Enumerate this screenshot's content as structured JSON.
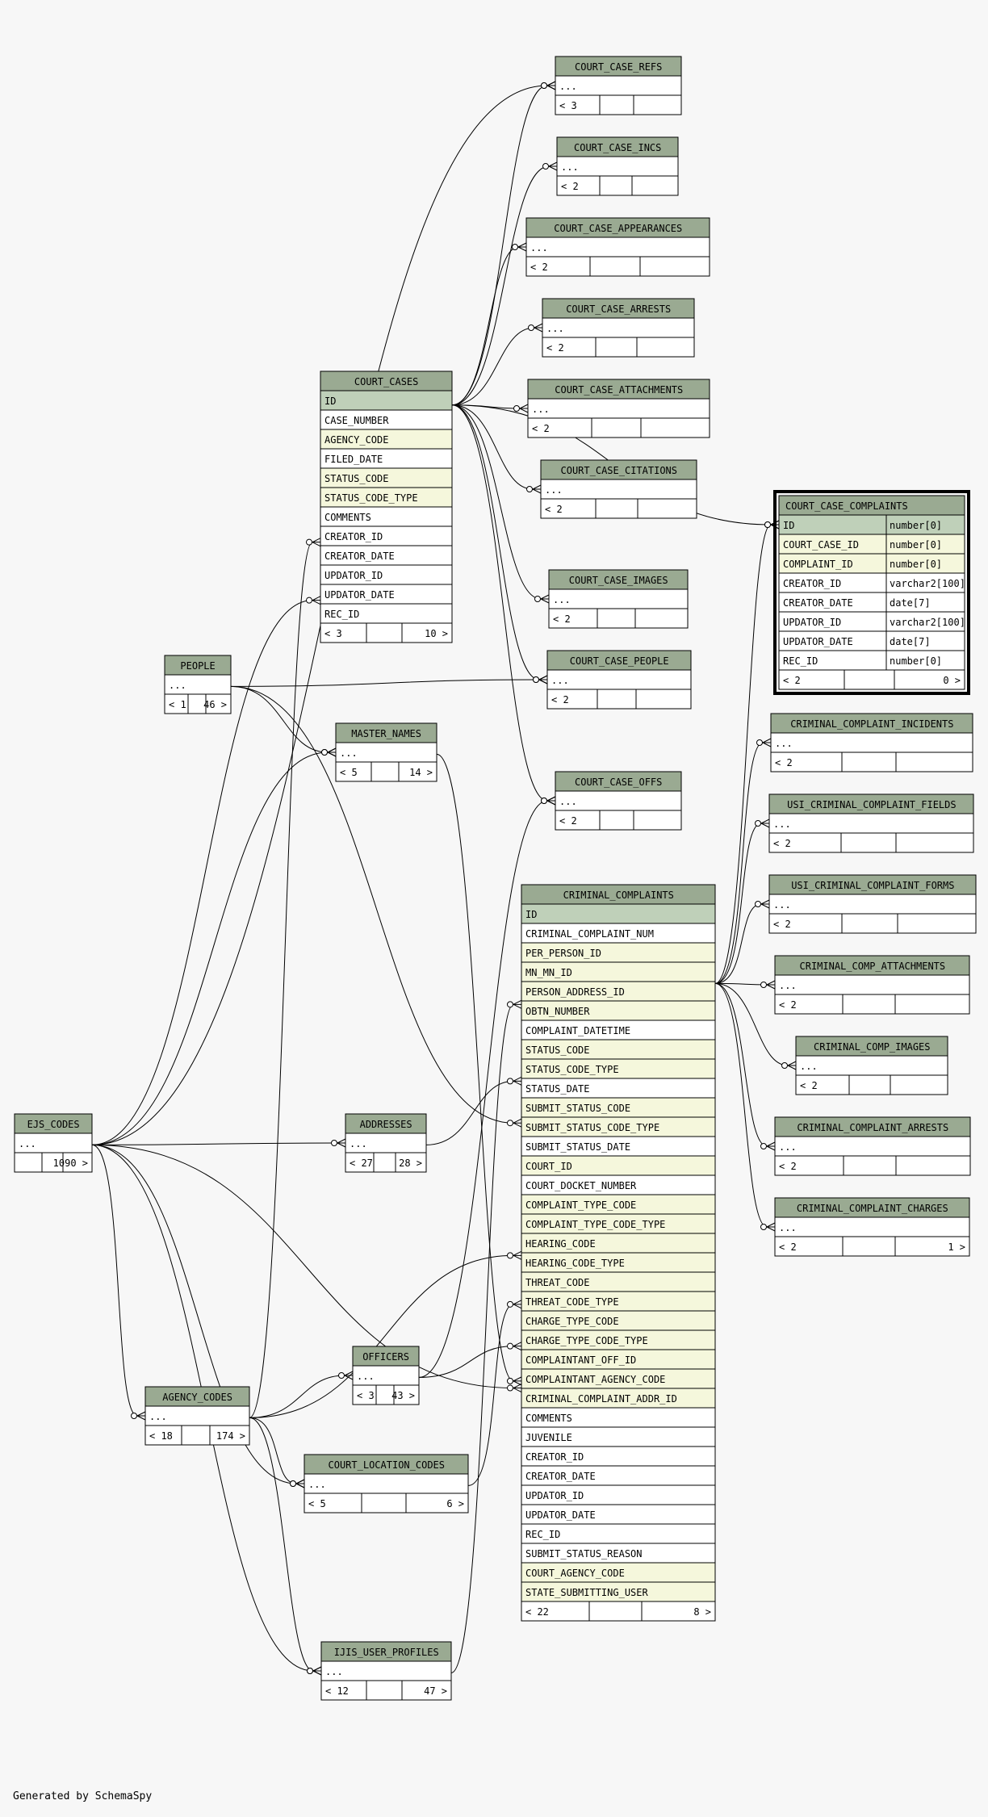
{
  "footer": "Generated by SchemaSpy",
  "colors": {
    "background": "#f7f7f7",
    "header": "#9aaa92",
    "primary_key": "#bfd0b9",
    "foreign_key": "#f5f7dc",
    "plain": "#ffffff",
    "line": "#000000"
  },
  "tables": [
    {
      "id": "COURT_CASE_REFS",
      "name": "COURT_CASE_REFS",
      "rows": [
        {
          "text": "...",
          "kind": "plain"
        }
      ],
      "counts": {
        "parents": "< 3",
        "children": ""
      }
    },
    {
      "id": "COURT_CASE_INCS",
      "name": "COURT_CASE_INCS",
      "rows": [
        {
          "text": "...",
          "kind": "plain"
        }
      ],
      "counts": {
        "parents": "< 2",
        "children": ""
      }
    },
    {
      "id": "COURT_CASE_APPEARANCES",
      "name": "COURT_CASE_APPEARANCES",
      "rows": [
        {
          "text": "...",
          "kind": "plain"
        }
      ],
      "counts": {
        "parents": "< 2",
        "children": ""
      }
    },
    {
      "id": "COURT_CASE_ARRESTS",
      "name": "COURT_CASE_ARRESTS",
      "rows": [
        {
          "text": "...",
          "kind": "plain"
        }
      ],
      "counts": {
        "parents": "< 2",
        "children": ""
      }
    },
    {
      "id": "COURT_CASE_ATTACHMENTS",
      "name": "COURT_CASE_ATTACHMENTS",
      "rows": [
        {
          "text": "...",
          "kind": "plain"
        }
      ],
      "counts": {
        "parents": "< 2",
        "children": ""
      }
    },
    {
      "id": "COURT_CASE_CITATIONS",
      "name": "COURT_CASE_CITATIONS",
      "rows": [
        {
          "text": "...",
          "kind": "plain"
        }
      ],
      "counts": {
        "parents": "< 2",
        "children": ""
      }
    },
    {
      "id": "COURT_CASE_IMAGES",
      "name": "COURT_CASE_IMAGES",
      "rows": [
        {
          "text": "...",
          "kind": "plain"
        }
      ],
      "counts": {
        "parents": "< 2",
        "children": ""
      }
    },
    {
      "id": "COURT_CASE_PEOPLE",
      "name": "COURT_CASE_PEOPLE",
      "rows": [
        {
          "text": "...",
          "kind": "plain"
        }
      ],
      "counts": {
        "parents": "< 2",
        "children": ""
      }
    },
    {
      "id": "COURT_CASE_OFFS",
      "name": "COURT_CASE_OFFS",
      "rows": [
        {
          "text": "...",
          "kind": "plain"
        }
      ],
      "counts": {
        "parents": "< 2",
        "children": ""
      }
    },
    {
      "id": "COURT_CASES",
      "name": "COURT_CASES",
      "rows": [
        {
          "text": "ID",
          "kind": "pk"
        },
        {
          "text": "CASE_NUMBER",
          "kind": "plain"
        },
        {
          "text": "AGENCY_CODE",
          "kind": "fk"
        },
        {
          "text": "FILED_DATE",
          "kind": "plain"
        },
        {
          "text": "STATUS_CODE",
          "kind": "fk"
        },
        {
          "text": "STATUS_CODE_TYPE",
          "kind": "fk"
        },
        {
          "text": "COMMENTS",
          "kind": "plain"
        },
        {
          "text": "CREATOR_ID",
          "kind": "plain"
        },
        {
          "text": "CREATOR_DATE",
          "kind": "plain"
        },
        {
          "text": "UPDATOR_ID",
          "kind": "plain"
        },
        {
          "text": "UPDATOR_DATE",
          "kind": "plain"
        },
        {
          "text": "REC_ID",
          "kind": "plain"
        }
      ],
      "counts": {
        "parents": "< 3",
        "children": "10 >"
      }
    },
    {
      "id": "COURT_CASE_COMPLAINTS",
      "name": "COURT_CASE_COMPLAINTS",
      "focused": true,
      "rows": [
        {
          "text": "ID",
          "type": "number[0]",
          "kind": "pk"
        },
        {
          "text": "COURT_CASE_ID",
          "type": "number[0]",
          "kind": "fk"
        },
        {
          "text": "COMPLAINT_ID",
          "type": "number[0]",
          "kind": "fk"
        },
        {
          "text": "CREATOR_ID",
          "type": "varchar2[100]",
          "kind": "plain"
        },
        {
          "text": "CREATOR_DATE",
          "type": "date[7]",
          "kind": "plain"
        },
        {
          "text": "UPDATOR_ID",
          "type": "varchar2[100]",
          "kind": "plain"
        },
        {
          "text": "UPDATOR_DATE",
          "type": "date[7]",
          "kind": "plain"
        },
        {
          "text": "REC_ID",
          "type": "number[0]",
          "kind": "plain"
        }
      ],
      "counts": {
        "parents": "< 2",
        "children": "0 >"
      }
    },
    {
      "id": "PEOPLE",
      "name": "PEOPLE",
      "rows": [
        {
          "text": "...",
          "kind": "plain"
        }
      ],
      "counts": {
        "parents": "< 1",
        "children": "46 >"
      }
    },
    {
      "id": "MASTER_NAMES",
      "name": "MASTER_NAMES",
      "rows": [
        {
          "text": "...",
          "kind": "plain"
        }
      ],
      "counts": {
        "parents": "< 5",
        "children": "14 >"
      }
    },
    {
      "id": "CRIMINAL_COMPLAINT_INCIDENTS",
      "name": "CRIMINAL_COMPLAINT_INCIDENTS",
      "rows": [
        {
          "text": "...",
          "kind": "plain"
        }
      ],
      "counts": {
        "parents": "< 2",
        "children": ""
      }
    },
    {
      "id": "USI_CRIMINAL_COMPLAINT_FIELDS",
      "name": "USI_CRIMINAL_COMPLAINT_FIELDS",
      "rows": [
        {
          "text": "...",
          "kind": "plain"
        }
      ],
      "counts": {
        "parents": "< 2",
        "children": ""
      }
    },
    {
      "id": "USI_CRIMINAL_COMPLAINT_FORMS",
      "name": "USI_CRIMINAL_COMPLAINT_FORMS",
      "rows": [
        {
          "text": "...",
          "kind": "plain"
        }
      ],
      "counts": {
        "parents": "< 2",
        "children": ""
      }
    },
    {
      "id": "CRIMINAL_COMP_ATTACHMENTS",
      "name": "CRIMINAL_COMP_ATTACHMENTS",
      "rows": [
        {
          "text": "...",
          "kind": "plain"
        }
      ],
      "counts": {
        "parents": "< 2",
        "children": ""
      }
    },
    {
      "id": "CRIMINAL_COMP_IMAGES",
      "name": "CRIMINAL_COMP_IMAGES",
      "rows": [
        {
          "text": "...",
          "kind": "plain"
        }
      ],
      "counts": {
        "parents": "< 2",
        "children": ""
      }
    },
    {
      "id": "CRIMINAL_COMPLAINT_ARRESTS",
      "name": "CRIMINAL_COMPLAINT_ARRESTS",
      "rows": [
        {
          "text": "...",
          "kind": "plain"
        }
      ],
      "counts": {
        "parents": "< 2",
        "children": ""
      }
    },
    {
      "id": "CRIMINAL_COMPLAINT_CHARGES",
      "name": "CRIMINAL_COMPLAINT_CHARGES",
      "rows": [
        {
          "text": "...",
          "kind": "plain"
        }
      ],
      "counts": {
        "parents": "< 2",
        "children": "1 >"
      }
    },
    {
      "id": "CRIMINAL_COMPLAINTS",
      "name": "CRIMINAL_COMPLAINTS",
      "rows": [
        {
          "text": "ID",
          "kind": "pk"
        },
        {
          "text": "CRIMINAL_COMPLAINT_NUM",
          "kind": "plain"
        },
        {
          "text": "PER_PERSON_ID",
          "kind": "fk"
        },
        {
          "text": "MN_MN_ID",
          "kind": "fk"
        },
        {
          "text": "PERSON_ADDRESS_ID",
          "kind": "fk"
        },
        {
          "text": "OBTN_NUMBER",
          "kind": "fk"
        },
        {
          "text": "COMPLAINT_DATETIME",
          "kind": "plain"
        },
        {
          "text": "STATUS_CODE",
          "kind": "fk"
        },
        {
          "text": "STATUS_CODE_TYPE",
          "kind": "fk"
        },
        {
          "text": "STATUS_DATE",
          "kind": "plain"
        },
        {
          "text": "SUBMIT_STATUS_CODE",
          "kind": "fk"
        },
        {
          "text": "SUBMIT_STATUS_CODE_TYPE",
          "kind": "fk"
        },
        {
          "text": "SUBMIT_STATUS_DATE",
          "kind": "plain"
        },
        {
          "text": "COURT_ID",
          "kind": "fk"
        },
        {
          "text": "COURT_DOCKET_NUMBER",
          "kind": "plain"
        },
        {
          "text": "COMPLAINT_TYPE_CODE",
          "kind": "fk"
        },
        {
          "text": "COMPLAINT_TYPE_CODE_TYPE",
          "kind": "fk"
        },
        {
          "text": "HEARING_CODE",
          "kind": "fk"
        },
        {
          "text": "HEARING_CODE_TYPE",
          "kind": "fk"
        },
        {
          "text": "THREAT_CODE",
          "kind": "fk"
        },
        {
          "text": "THREAT_CODE_TYPE",
          "kind": "fk"
        },
        {
          "text": "CHARGE_TYPE_CODE",
          "kind": "fk"
        },
        {
          "text": "CHARGE_TYPE_CODE_TYPE",
          "kind": "fk"
        },
        {
          "text": "COMPLAINTANT_OFF_ID",
          "kind": "fk"
        },
        {
          "text": "COMPLAINTANT_AGENCY_CODE",
          "kind": "fk"
        },
        {
          "text": "CRIMINAL_COMPLAINT_ADDR_ID",
          "kind": "fk"
        },
        {
          "text": "COMMENTS",
          "kind": "plain"
        },
        {
          "text": "JUVENILE",
          "kind": "plain"
        },
        {
          "text": "CREATOR_ID",
          "kind": "plain"
        },
        {
          "text": "CREATOR_DATE",
          "kind": "plain"
        },
        {
          "text": "UPDATOR_ID",
          "kind": "plain"
        },
        {
          "text": "UPDATOR_DATE",
          "kind": "plain"
        },
        {
          "text": "REC_ID",
          "kind": "plain"
        },
        {
          "text": "SUBMIT_STATUS_REASON",
          "kind": "plain"
        },
        {
          "text": "COURT_AGENCY_CODE",
          "kind": "fk"
        },
        {
          "text": "STATE_SUBMITTING_USER",
          "kind": "fk"
        }
      ],
      "counts": {
        "parents": "< 22",
        "children": "8 >"
      }
    },
    {
      "id": "EJS_CODES",
      "name": "EJS_CODES",
      "rows": [
        {
          "text": "...",
          "kind": "plain"
        }
      ],
      "counts": {
        "parents": "",
        "children": "1090 >"
      }
    },
    {
      "id": "ADDRESSES",
      "name": "ADDRESSES",
      "rows": [
        {
          "text": "...",
          "kind": "plain"
        }
      ],
      "counts": {
        "parents": "< 27",
        "children": "28 >"
      }
    },
    {
      "id": "OFFICERS",
      "name": "OFFICERS",
      "rows": [
        {
          "text": "...",
          "kind": "plain"
        }
      ],
      "counts": {
        "parents": "< 3",
        "children": "43 >"
      }
    },
    {
      "id": "AGENCY_CODES",
      "name": "AGENCY_CODES",
      "rows": [
        {
          "text": "...",
          "kind": "plain"
        }
      ],
      "counts": {
        "parents": "< 18",
        "children": "174 >"
      }
    },
    {
      "id": "COURT_LOCATION_CODES",
      "name": "COURT_LOCATION_CODES",
      "rows": [
        {
          "text": "...",
          "kind": "plain"
        }
      ],
      "counts": {
        "parents": "< 5",
        "children": "6 >"
      }
    },
    {
      "id": "IJIS_USER_PROFILES",
      "name": "IJIS_USER_PROFILES",
      "rows": [
        {
          "text": "...",
          "kind": "plain"
        }
      ],
      "counts": {
        "parents": "< 12",
        "children": "47 >"
      }
    }
  ],
  "relationships": [
    {
      "from": "COURT_CASES",
      "to": "COURT_CASE_REFS"
    },
    {
      "from": "COURT_CASES",
      "to": "COURT_CASE_INCS"
    },
    {
      "from": "COURT_CASES",
      "to": "COURT_CASE_APPEARANCES"
    },
    {
      "from": "COURT_CASES",
      "to": "COURT_CASE_ARRESTS"
    },
    {
      "from": "COURT_CASES",
      "to": "COURT_CASE_ATTACHMENTS"
    },
    {
      "from": "COURT_CASES",
      "to": "COURT_CASE_CITATIONS"
    },
    {
      "from": "COURT_CASES",
      "to": "COURT_CASE_COMPLAINTS"
    },
    {
      "from": "COURT_CASES",
      "to": "COURT_CASE_IMAGES"
    },
    {
      "from": "COURT_CASES",
      "to": "COURT_CASE_PEOPLE"
    },
    {
      "from": "COURT_CASES",
      "to": "COURT_CASE_OFFS"
    },
    {
      "from": "CRIMINAL_COMPLAINTS",
      "to": "COURT_CASE_COMPLAINTS"
    },
    {
      "from": "CRIMINAL_COMPLAINTS",
      "to": "CRIMINAL_COMPLAINT_INCIDENTS"
    },
    {
      "from": "CRIMINAL_COMPLAINTS",
      "to": "USI_CRIMINAL_COMPLAINT_FIELDS"
    },
    {
      "from": "CRIMINAL_COMPLAINTS",
      "to": "USI_CRIMINAL_COMPLAINT_FORMS"
    },
    {
      "from": "CRIMINAL_COMPLAINTS",
      "to": "CRIMINAL_COMP_ATTACHMENTS"
    },
    {
      "from": "CRIMINAL_COMPLAINTS",
      "to": "CRIMINAL_COMP_IMAGES"
    },
    {
      "from": "CRIMINAL_COMPLAINTS",
      "to": "CRIMINAL_COMPLAINT_ARRESTS"
    },
    {
      "from": "CRIMINAL_COMPLAINTS",
      "to": "CRIMINAL_COMPLAINT_CHARGES"
    },
    {
      "from": "PEOPLE",
      "to": "MASTER_NAMES"
    },
    {
      "from": "PEOPLE",
      "to": "COURT_CASE_PEOPLE"
    },
    {
      "from": "PEOPLE",
      "to": "CRIMINAL_COMPLAINTS"
    },
    {
      "from": "MASTER_NAMES",
      "to": "CRIMINAL_COMPLAINTS"
    },
    {
      "from": "ADDRESSES",
      "to": "CRIMINAL_COMPLAINTS"
    },
    {
      "from": "AGENCY_CODES",
      "to": "COURT_CASES"
    },
    {
      "from": "AGENCY_CODES",
      "to": "OFFICERS"
    },
    {
      "from": "AGENCY_CODES",
      "to": "COURT_LOCATION_CODES"
    },
    {
      "from": "AGENCY_CODES",
      "to": "IJIS_USER_PROFILES"
    },
    {
      "from": "AGENCY_CODES",
      "to": "CRIMINAL_COMPLAINTS"
    },
    {
      "from": "EJS_CODES",
      "to": "COURT_CASES"
    },
    {
      "from": "EJS_CODES",
      "to": "MASTER_NAMES"
    },
    {
      "from": "EJS_CODES",
      "to": "ADDRESSES"
    },
    {
      "from": "EJS_CODES",
      "to": "AGENCY_CODES"
    },
    {
      "from": "EJS_CODES",
      "to": "COURT_LOCATION_CODES"
    },
    {
      "from": "EJS_CODES",
      "to": "IJIS_USER_PROFILES"
    },
    {
      "from": "EJS_CODES",
      "to": "CRIMINAL_COMPLAINTS"
    },
    {
      "from": "EJS_CODES",
      "to": "COURT_CASE_REFS"
    },
    {
      "from": "OFFICERS",
      "to": "CRIMINAL_COMPLAINTS"
    },
    {
      "from": "OFFICERS",
      "to": "COURT_CASE_OFFS"
    },
    {
      "from": "COURT_LOCATION_CODES",
      "to": "CRIMINAL_COMPLAINTS"
    },
    {
      "from": "IJIS_USER_PROFILES",
      "to": "CRIMINAL_COMPLAINTS"
    }
  ]
}
